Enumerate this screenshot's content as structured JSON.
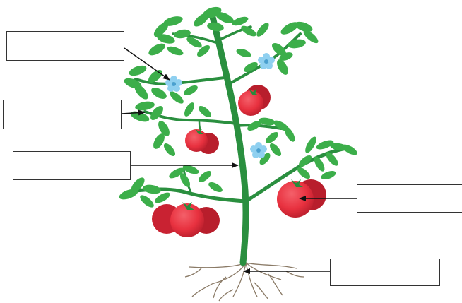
{
  "diagram": {
    "colors": {
      "stem": "#2a8f3f",
      "leaf": "#3cae4a",
      "leaf_dark": "#278a3a",
      "fruit": "#e8313f",
      "fruit_dark": "#b81e2c",
      "flower": "#8fd0f0",
      "root": "#8a7a66",
      "arrow": "#111111",
      "box_border": "#333333"
    },
    "labels": [
      {
        "id": "flower",
        "text": ""
      },
      {
        "id": "leaf",
        "text": ""
      },
      {
        "id": "stem",
        "text": ""
      },
      {
        "id": "fruit",
        "text": ""
      },
      {
        "id": "root",
        "text": ""
      }
    ]
  }
}
